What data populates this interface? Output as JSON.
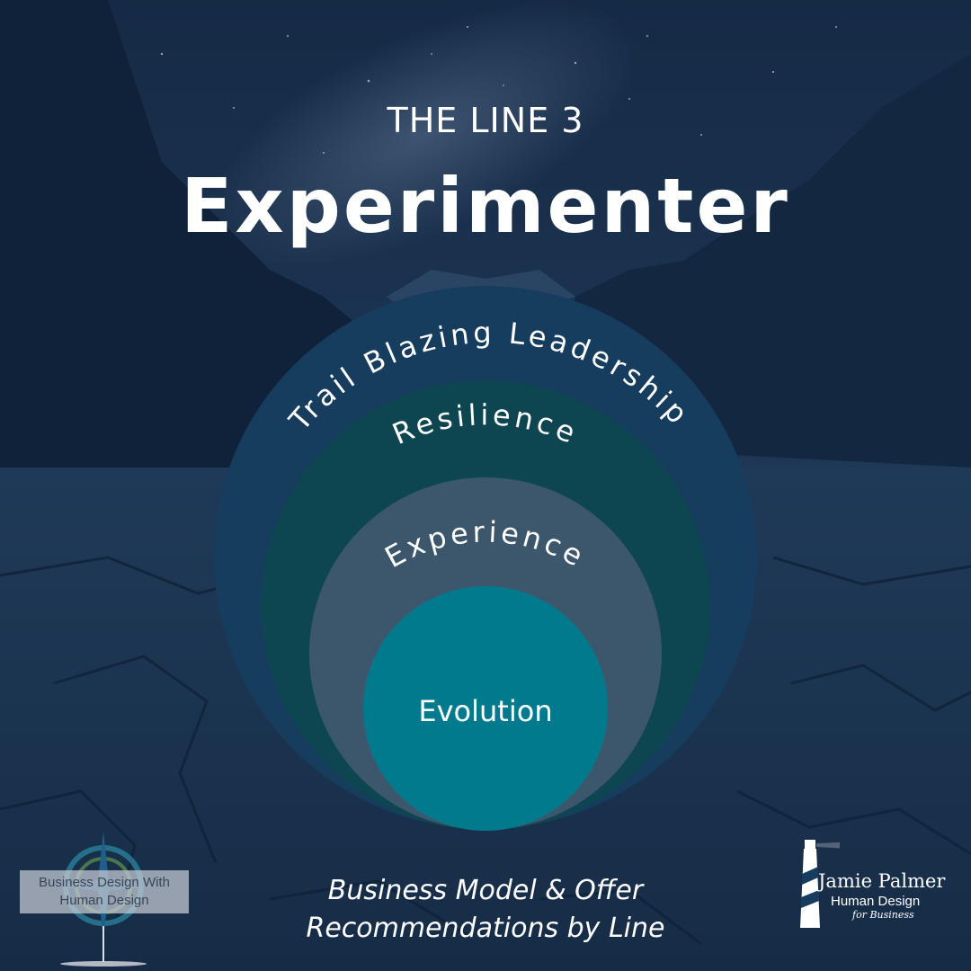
{
  "header": {
    "subtitle": "THE LINE 3",
    "title": "Experimenter"
  },
  "rings": [
    {
      "label": "Trail Blazing Leadership",
      "color": "#163d5e"
    },
    {
      "label": "Resilience",
      "color": "#0d4650"
    },
    {
      "label": "Experience",
      "color": "#3c576c"
    },
    {
      "label": "Evolution",
      "color": "#027a8e"
    }
  ],
  "footer": {
    "line1": "Business Model & Offer",
    "line2": "Recommendations by Line"
  },
  "logo_left": {
    "line1": "Business Design With",
    "line2": "Human Design"
  },
  "logo_right": {
    "name": "Jamie Palmer",
    "sub": "Human Design",
    "for": "for Business"
  },
  "colors": {
    "background": "#0d1d33",
    "text": "#ffffff"
  }
}
